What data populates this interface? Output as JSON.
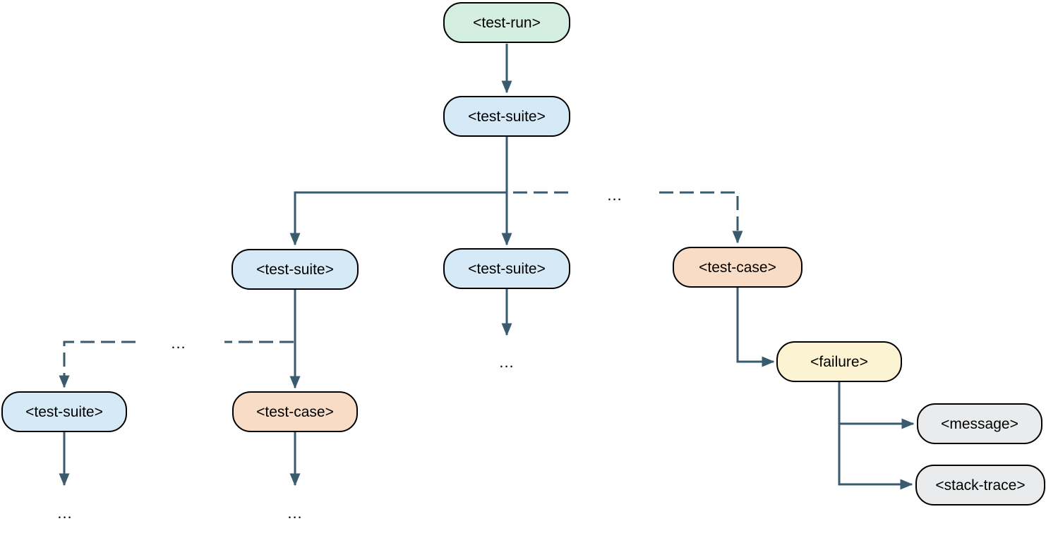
{
  "diagram": {
    "type": "tree",
    "background_color": "#ffffff",
    "edge_color": "#3a5a6d",
    "node_border_color": "#000000",
    "ellipsis": "...",
    "nodes": [
      {
        "id": "test-run",
        "label": "<test-run>",
        "fill": "#d5eee2",
        "category": "run"
      },
      {
        "id": "test-suite-root",
        "label": "<test-suite>",
        "fill": "#d6e9f7",
        "category": "suite"
      },
      {
        "id": "test-suite-left",
        "label": "<test-suite>",
        "fill": "#d6e9f7",
        "category": "suite"
      },
      {
        "id": "test-suite-mid",
        "label": "<test-suite>",
        "fill": "#d6e9f7",
        "category": "suite"
      },
      {
        "id": "test-case-right",
        "label": "<test-case>",
        "fill": "#f8dcc6",
        "category": "case"
      },
      {
        "id": "test-suite-bottom-left",
        "label": "<test-suite>",
        "fill": "#d6e9f7",
        "category": "suite"
      },
      {
        "id": "test-case-bottom",
        "label": "<test-case>",
        "fill": "#f8dcc6",
        "category": "case"
      },
      {
        "id": "failure",
        "label": "<failure>",
        "fill": "#fbf3d1",
        "category": "failure"
      },
      {
        "id": "message",
        "label": "<message>",
        "fill": "#e9ebec",
        "category": "detail"
      },
      {
        "id": "stack-trace",
        "label": "<stack-trace>",
        "fill": "#e9ebec",
        "category": "detail"
      }
    ],
    "edges": [
      {
        "from": "test-run",
        "to": "test-suite-root",
        "style": "solid",
        "arrow": true
      },
      {
        "from": "test-suite-root",
        "to": "test-suite-mid",
        "style": "solid",
        "arrow": true
      },
      {
        "from": "test-suite-root",
        "to": "test-suite-left",
        "style": "solid",
        "arrow": true
      },
      {
        "from": "test-suite-root",
        "to": "test-case-right",
        "style": "dashed",
        "arrow": true
      },
      {
        "from": "test-suite-left",
        "to": "test-case-bottom",
        "style": "solid",
        "arrow": true
      },
      {
        "from": "test-suite-left",
        "to": "test-suite-bottom-left",
        "style": "dashed",
        "arrow": true
      },
      {
        "from": "test-suite-mid",
        "to": "(more)",
        "style": "solid",
        "arrow": true
      },
      {
        "from": "test-suite-bottom-left",
        "to": "(more)",
        "style": "solid",
        "arrow": true
      },
      {
        "from": "test-case-bottom",
        "to": "(more)",
        "style": "solid",
        "arrow": true
      },
      {
        "from": "test-case-right",
        "to": "failure",
        "style": "solid",
        "arrow": true
      },
      {
        "from": "failure",
        "to": "message",
        "style": "solid",
        "arrow": true
      },
      {
        "from": "failure",
        "to": "stack-trace",
        "style": "solid",
        "arrow": true
      }
    ]
  }
}
